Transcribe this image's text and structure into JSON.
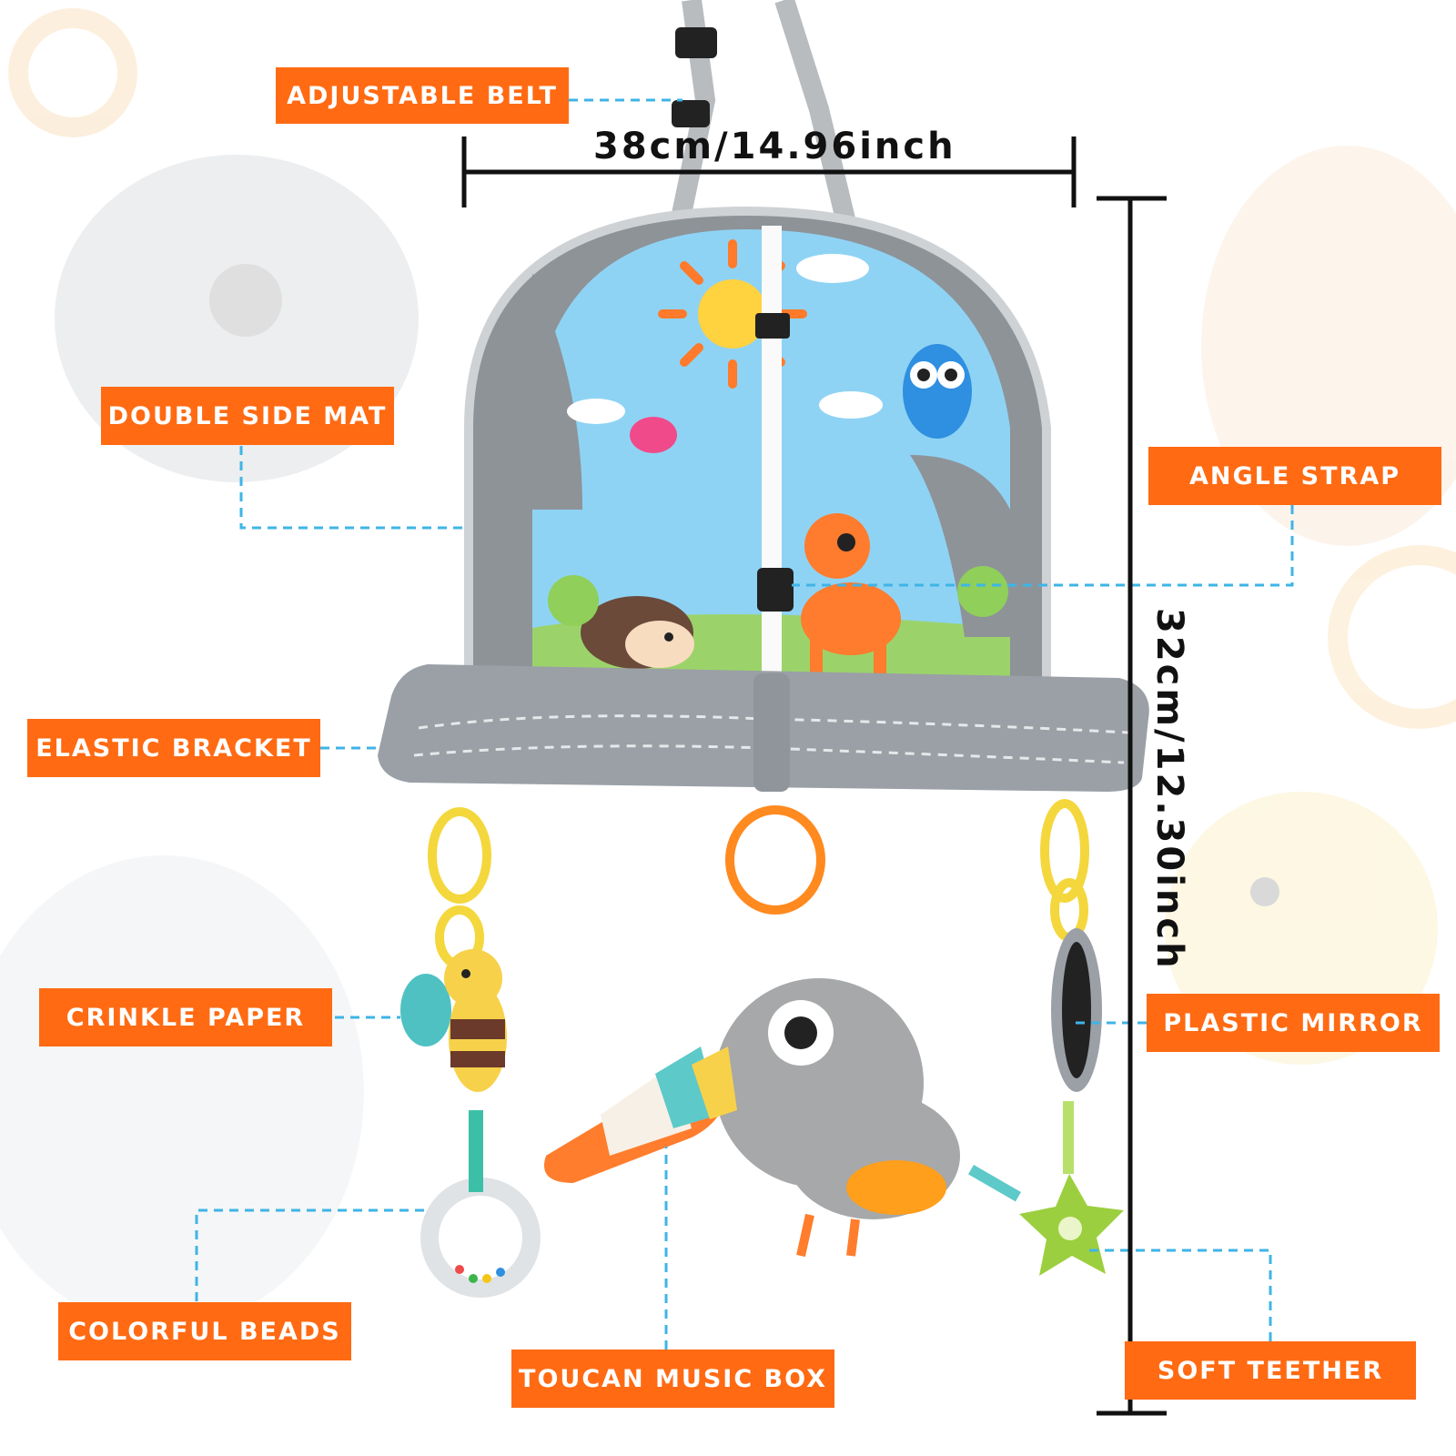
{
  "labels": {
    "adjustable_belt": "ADJUSTABLE BELT",
    "double_side_mat": "DOUBLE SIDE MAT",
    "angle_strap": "ANGLE STRAP",
    "elastic_bracket": "ELASTIC BRACKET",
    "crinkle_paper": "CRINKLE PAPER",
    "plastic_mirror": "PLASTIC MIRROR",
    "colorful_beads": "COLORFUL BEADS",
    "toucan_music_box": "TOUCAN MUSIC BOX",
    "soft_teether": "SOFT TEETHER"
  },
  "dimensions": {
    "width": "38cm/14.96inch",
    "height": "32cm/12.30inch"
  },
  "colors": {
    "label_bg": "#ff6a13",
    "label_text": "#ffffff",
    "leader_line": "#3fb4e6",
    "dimension_line": "#111111",
    "mat_sky": "#8fd3f4",
    "mat_border": "#8e9398",
    "bracket": "#9aa0a6"
  }
}
